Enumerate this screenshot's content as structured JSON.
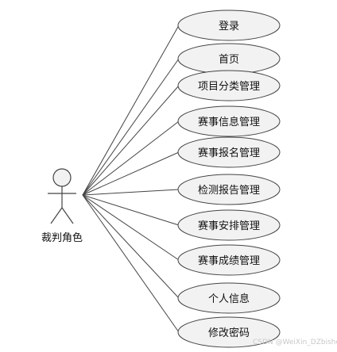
{
  "actor": {
    "name": "裁判角色"
  },
  "use_cases": [
    {
      "label": "登录"
    },
    {
      "label": "首页"
    },
    {
      "label": "项目分类管理"
    },
    {
      "label": "赛事信息管理"
    },
    {
      "label": "赛事报名管理"
    },
    {
      "label": "检测报告管理"
    },
    {
      "label": "赛事安排管理"
    },
    {
      "label": "赛事成绩管理"
    },
    {
      "label": "个人信息"
    },
    {
      "label": "修改密码"
    }
  ],
  "watermark": "CSDN @WeiXin_DZbishe",
  "colors": {
    "ellipse_fill": "#f2f2f2",
    "stroke": "#444444",
    "text": "#111111"
  }
}
